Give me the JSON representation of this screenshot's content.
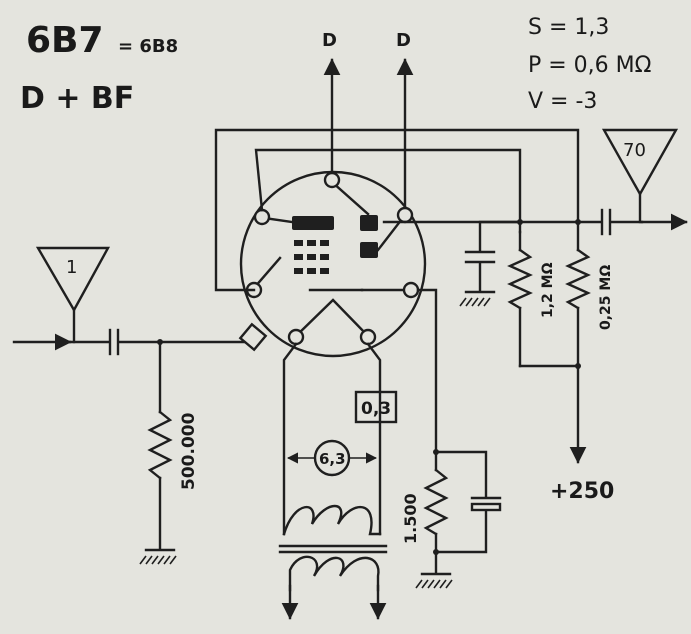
{
  "tube": {
    "type": "6B7",
    "equivalent": "= 6B8",
    "function": "D + BF"
  },
  "specs": {
    "s": "S = 1,3",
    "p": "P = 0,6 MΩ",
    "v": "V = -3"
  },
  "diode_outputs": {
    "left": "D",
    "right": "D"
  },
  "input_stage": {
    "label": "1"
  },
  "output_stage": {
    "label": "70"
  },
  "components": {
    "grid_resistor": "500.000",
    "heater_current": "0,3",
    "heater_voltage": "6,3",
    "cathode_resistor": "1.500",
    "plate_resistor": "1,2 MΩ",
    "load_resistor": "0,25 MΩ",
    "supply": "+250"
  }
}
